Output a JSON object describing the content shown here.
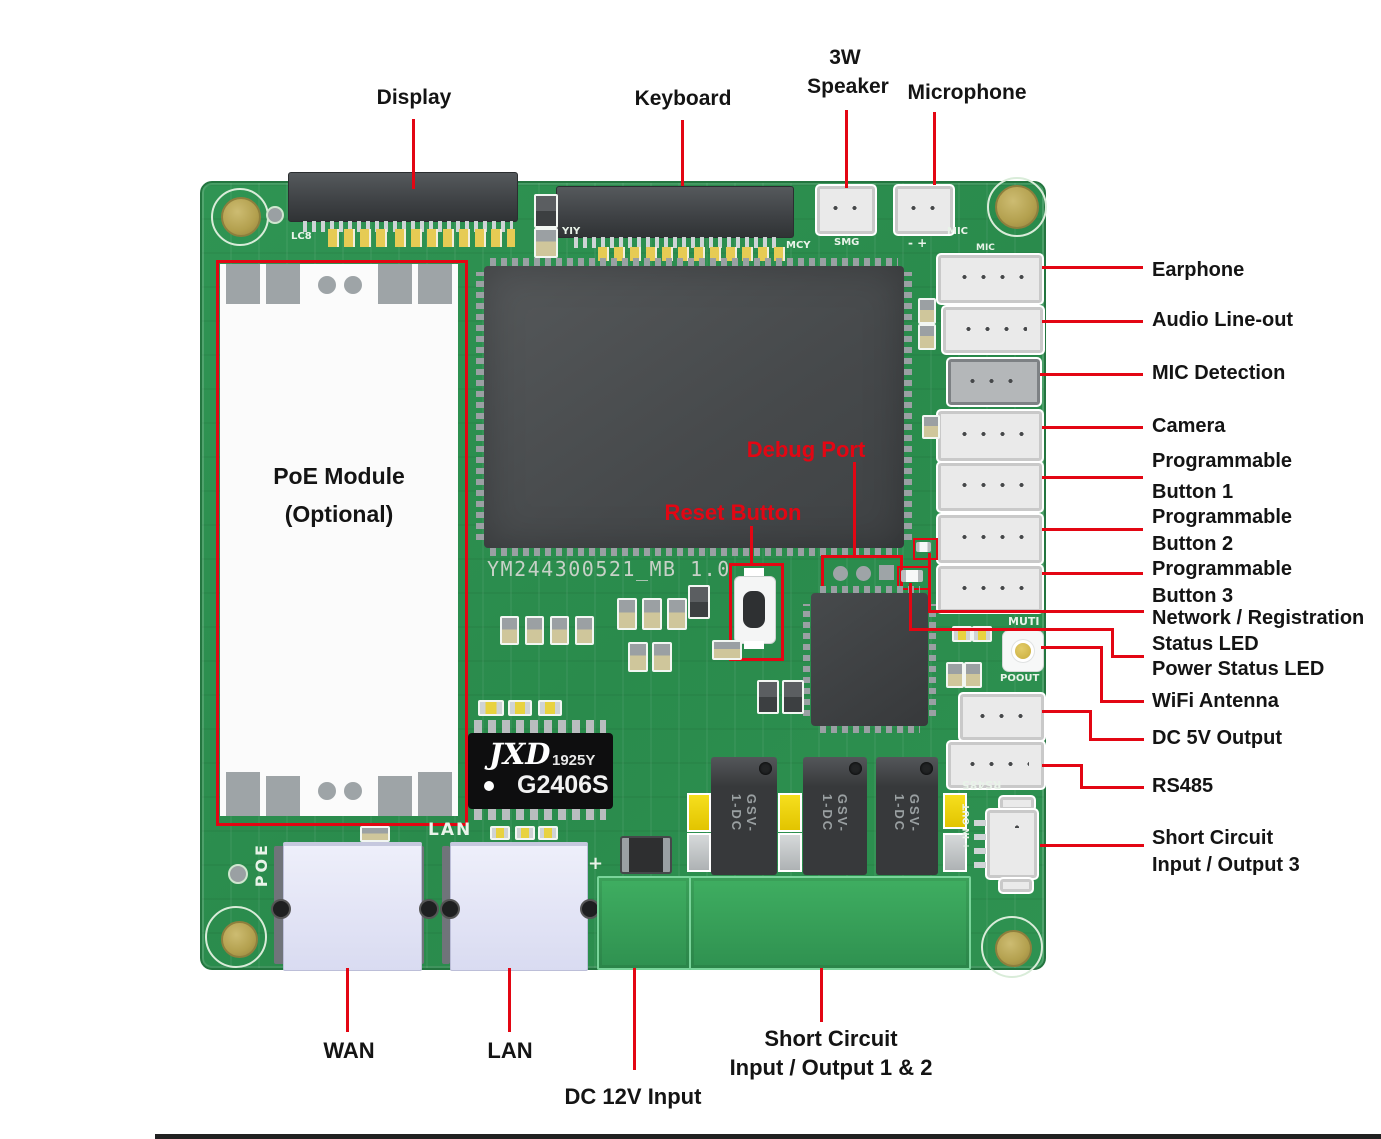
{
  "figure": "annotated motherboard diagram",
  "colors": {
    "board_green": "#2d9150",
    "annotation_red": "#e30613",
    "label_black": "#141414",
    "silkscreen_white": "#e9f3e9",
    "terminal_green": "#35a257",
    "rj45_lavender": "#e1e2f4",
    "led_yellow": "#f3d902",
    "pad_gold": "#c9b45c",
    "chip_gray": "#4b4e50"
  },
  "labels": {
    "top": {
      "display": "Display",
      "keyboard": "Keyboard",
      "speaker_l1": "3W",
      "speaker_l2": "Speaker",
      "microphone": "Microphone"
    },
    "right": {
      "earphone": "Earphone",
      "audio_lineout": "Audio Line-out",
      "mic_detection": "MIC Detection",
      "camera": "Camera",
      "prog1_l1": "Programmable",
      "prog1_l2": "Button 1",
      "prog2_l1": "Programmable",
      "prog2_l2": "Button 2",
      "prog3_l1": "Programmable",
      "prog3_l2": "Button 3",
      "net_led_l1": "Network / Registration",
      "net_led_l2": "Status LED",
      "power_led": "Power Status LED",
      "wifi": "WiFi Antenna",
      "dc5v": "DC 5V Output",
      "rs485": "RS485",
      "sc3_l1": "Short Circuit",
      "sc3_l2": "Input / Output 3"
    },
    "bottom": {
      "wan": "WAN",
      "lan": "LAN",
      "dc12v": "DC 12V Input",
      "sc12_l1": "Short Circuit",
      "sc12_l2": "Input / Output 1 & 2"
    },
    "onboard": {
      "debug": "Debug Port",
      "reset": "Reset Button",
      "poe_l1": "PoE Module",
      "poe_l2": "(Optional)"
    }
  },
  "silkscreen": {
    "lc8": "LC8",
    "yiy": "YIY",
    "mcy": "MCY",
    "smg": "SMG",
    "mic_polarity": "- +",
    "mic": "MIC",
    "mic2": "MIC",
    "muti": "MUTI",
    "poout": "POOUT",
    "rs485_flipped": "RS485",
    "in_out": "+ IN OUT",
    "poe": "POE",
    "lan": "LAN",
    "plus": "+",
    "board_id": "YM244300521_MB 1.0"
  },
  "chips": {
    "jxd": {
      "brand": "JXD",
      "date_code": "1925Y",
      "part": "G2406S"
    },
    "relay_label": "GSV-1-DC"
  }
}
